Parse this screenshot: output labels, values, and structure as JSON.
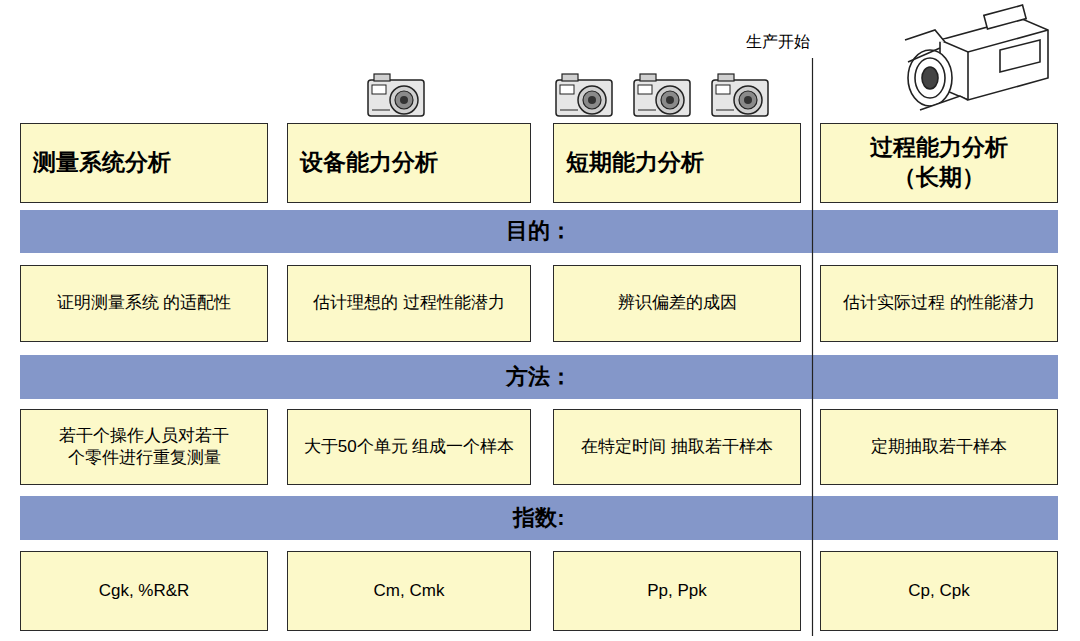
{
  "diagram": {
    "nodes": [
      {
        "text": [
          "测量系统分析"
        ]
      },
      {
        "text": [
          "设备能力分析"
        ]
      },
      {
        "text": [
          "短期能力分析"
        ]
      },
      {
        "text": [
          "过程能力分析 （长期）"
        ]
      },
      {
        "text": [
          "目的："
        ]
      },
      {
        "text": [
          "证明测量系统 的适配性"
        ]
      },
      {
        "text": [
          "估计理想的 过程性能潜力"
        ]
      },
      {
        "text": [
          "辨识偏差的成因"
        ]
      },
      {
        "text": [
          "估计实际过程 的性能潜力"
        ]
      },
      {
        "text": [
          "方法："
        ]
      },
      {
        "text": [
          "若干个操作人员对若干 个零件进行重复测量"
        ]
      },
      {
        "text": [
          "大于50个单元 组成一个样本"
        ]
      },
      {
        "text": [
          "在特定时间 抽取若干样本"
        ]
      },
      {
        "text": [
          "定期抽取若干样本"
        ]
      },
      {
        "text": [
          "指数:"
        ]
      },
      {
        "text": [
          "Cgk, %R&R"
        ]
      },
      {
        "text": [
          "Cm, Cmk"
        ]
      },
      {
        "text": [
          "Pp, Ppk"
        ]
      },
      {
        "text": [
          "Cp, Cpk"
        ]
      }
    ],
    "labels": [
      "生产开始"
    ]
  }
}
